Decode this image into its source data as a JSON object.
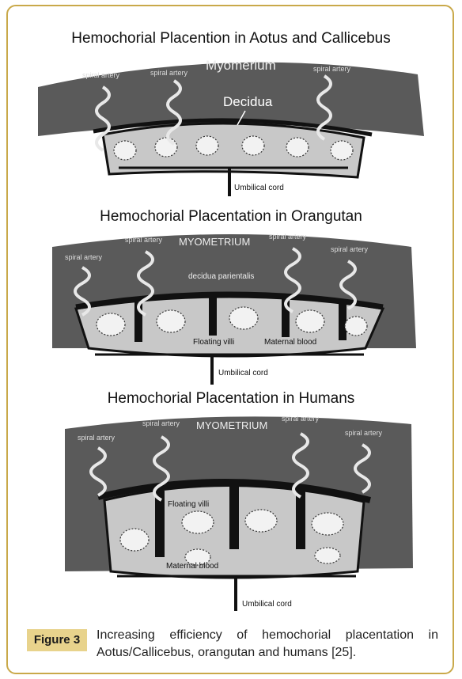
{
  "panels": [
    {
      "title": "Hemochorial Placention in Aotus and Callicebus",
      "outer_label": "Myomerium",
      "inner_label": "Decidua",
      "arteries": [
        "spiral artery",
        "spiral artery",
        "spiral artery"
      ],
      "cord": "Umbilical cord"
    },
    {
      "title": "Hemochorial Placentation in Orangutan",
      "outer_label": "MYOMETRIUM",
      "inner_label": "decidua parientalis",
      "arteries": [
        "spiral artery",
        "spiral artery",
        "spiral artery",
        "spiral artery"
      ],
      "villi_label": "Floating villi",
      "blood_label": "Maternal blood",
      "cord": "Umbilical cord"
    },
    {
      "title": "Hemochorial Placentation in Humans",
      "outer_label": "MYOMETRIUM",
      "arteries": [
        "spiral artery",
        "spiral artery",
        "spiral artery",
        "spiral artery"
      ],
      "villi_label": "Floating villi",
      "blood_label": "Maternal blood",
      "cord": "Umbilical cord"
    }
  ],
  "caption": {
    "label": "Figure 3",
    "text": "Increasing efficiency of hemochorial placentation in Aotus/Callicebus, orangutan and humans [25]."
  },
  "colors": {
    "myometrium": "#5a5a5a",
    "placenta": "#c8c8c8",
    "septa": "#111111",
    "frame": "#c9a94a",
    "figure_label_bg": "#e8d38c"
  }
}
